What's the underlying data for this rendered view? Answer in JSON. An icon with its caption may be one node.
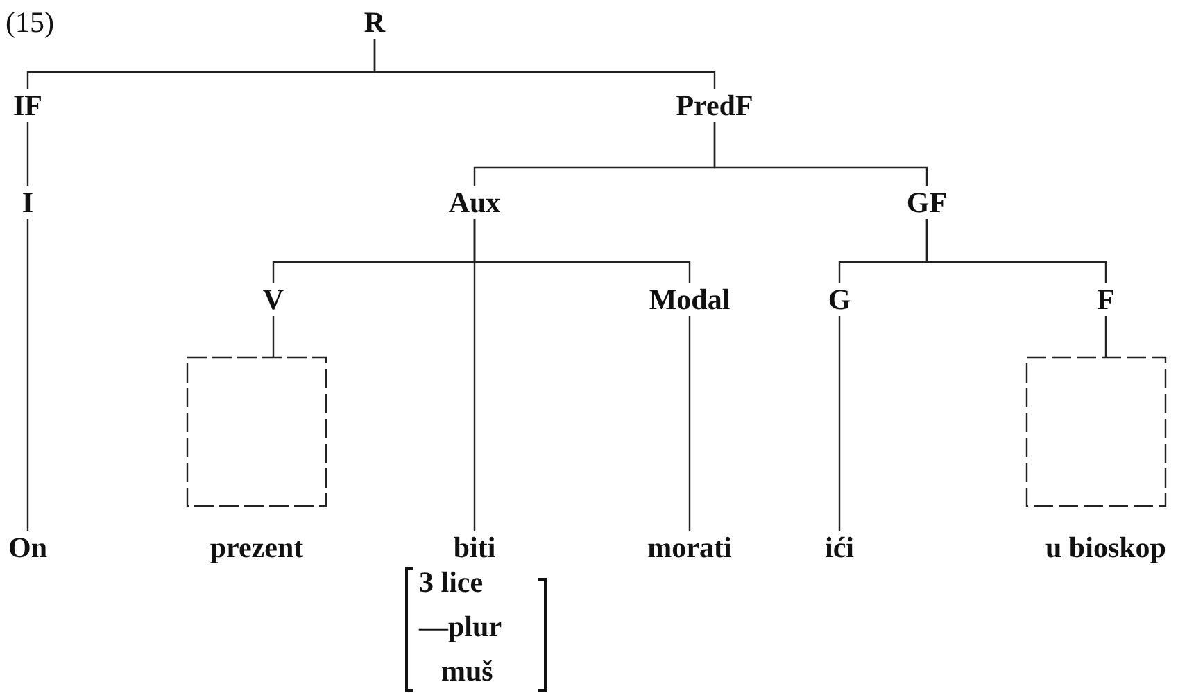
{
  "diagram": {
    "nodes": [
      {
        "text": [
          "R"
        ]
      },
      {
        "text": [
          "IF"
        ]
      },
      {
        "text": [
          "PredF"
        ]
      },
      {
        "text": [
          "I"
        ]
      },
      {
        "text": [
          "Aux"
        ]
      },
      {
        "text": [
          "GF"
        ]
      },
      {
        "text": [
          "V"
        ]
      },
      {
        "text": [
          "Modal"
        ]
      },
      {
        "text": [
          "G"
        ]
      },
      {
        "text": [
          "F"
        ]
      },
      {
        "text": [],
        "shape": "box"
      },
      {
        "text": [],
        "shape": "box"
      },
      {
        "text": [
          "On"
        ]
      },
      {
        "text": [
          "biti"
        ]
      },
      {
        "text": [
          "morati"
        ]
      },
      {
        "text": [
          "ići"
        ]
      }
    ],
    "edges": [
      {
        "from": 0,
        "to": 1,
        "arrow": "none"
      },
      {
        "from": 0,
        "to": 2,
        "arrow": "none"
      },
      {
        "from": 1,
        "to": 3,
        "arrow": "none"
      },
      {
        "from": 2,
        "to": 4,
        "arrow": "none"
      },
      {
        "from": 2,
        "to": 5,
        "arrow": "none"
      },
      {
        "from": 3,
        "to": 12,
        "arrow": "none"
      },
      {
        "from": 4,
        "to": 6,
        "arrow": "none"
      },
      {
        "from": 4,
        "to": 13,
        "arrow": "none"
      },
      {
        "from": 4,
        "to": 7,
        "arrow": "none"
      },
      {
        "from": 5,
        "to": 8,
        "arrow": "none"
      },
      {
        "from": 5,
        "to": 9,
        "arrow": "none"
      },
      {
        "from": 6,
        "to": 10,
        "arrow": "none"
      },
      {
        "from": 9,
        "to": 11,
        "arrow": "none"
      },
      {
        "from": 7,
        "to": 14,
        "arrow": "none"
      },
      {
        "from": 8,
        "to": 15,
        "arrow": "none"
      }
    ],
    "labels": [
      "(15)",
      "prezent",
      "u bioskop",
      "3 lice",
      "—plur",
      "muš"
    ]
  }
}
